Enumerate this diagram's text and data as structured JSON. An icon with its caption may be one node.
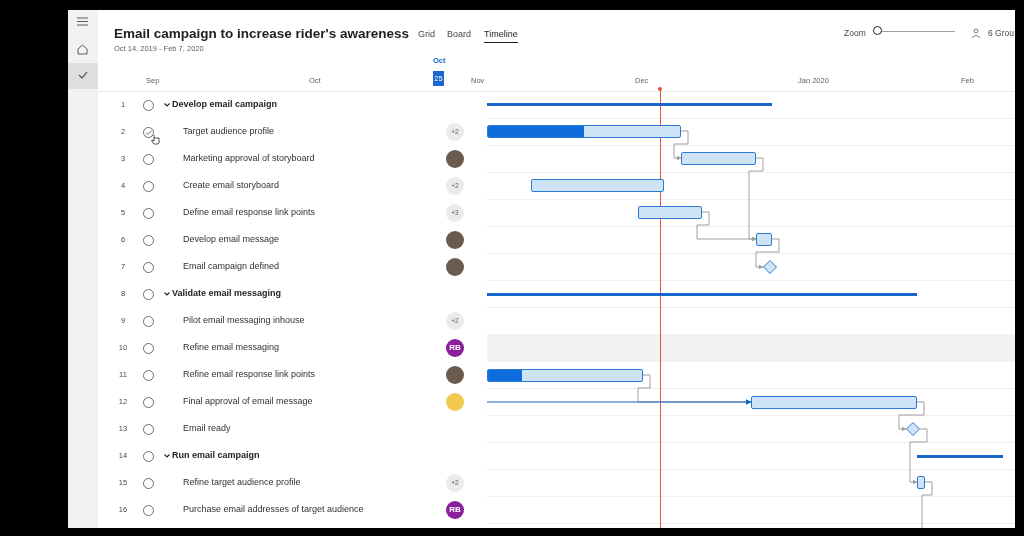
{
  "diagram": {
    "nodes": [
      {
        "text": [],
        "shape": "bar"
      },
      {
        "text": [],
        "shape": "bar"
      },
      {
        "text": [],
        "shape": "bar"
      },
      {
        "text": [],
        "shape": "bar"
      },
      {
        "text": [],
        "shape": "bar"
      },
      {
        "text": [],
        "shape": "bar"
      },
      {
        "text": [],
        "shape": "diamond"
      },
      {
        "text": [],
        "shape": "bar"
      },
      {
        "text": [],
        "shape": "bar"
      },
      {
        "text": [],
        "shape": "bar"
      },
      {
        "text": [],
        "shape": "diamond"
      },
      {
        "text": [],
        "shape": "bar"
      },
      {
        "text": [],
        "shape": "bar"
      }
    ],
    "edges": [
      {
        "from": 1,
        "to": 2,
        "arrow": "to"
      },
      {
        "from": 2,
        "to": 5,
        "arrow": "to"
      },
      {
        "from": 4,
        "to": 5,
        "arrow": "to"
      },
      {
        "from": 5,
        "to": 6,
        "arrow": "to"
      },
      {
        "from": 8,
        "to": 9,
        "arrow": "none"
      },
      {
        "from": null,
        "to": 9,
        "arrow": "to",
        "color": "#1565c0"
      },
      {
        "from": 9,
        "to": 10,
        "arrow": "to"
      },
      {
        "from": 10,
        "to": 12,
        "arrow": "to"
      },
      {
        "from": 12,
        "to": null,
        "arrow": "none"
      }
    ],
    "labels": [
      "Email campaign to increase rider's awareness",
      "Oct 14, 2019 - Feb 7, 2020",
      "Grid",
      "Board",
      "Timeline",
      "Zoom",
      "6 Grou",
      "Oct",
      "Sep",
      "Oct",
      "25",
      "Nov",
      "Dec",
      "Jan 2020",
      "Feb",
      "1",
      "Develop email campaign",
      "2",
      "Target audience profile",
      "+2",
      "3",
      "Marketing approval of storyboard",
      "4",
      "Create email storyboard",
      "+2",
      "5",
      "Define email response link points",
      "+3",
      "6",
      "Develop email message",
      "7",
      "Email campaign defined",
      "8",
      "Validate email messaging",
      "9",
      "Pilot email messaging inhouse",
      "+2",
      "10",
      "Refine email messaging",
      "RB",
      "11",
      "Refine email response link points",
      "12",
      "Final approval of email message",
      "13",
      "Email ready",
      "14",
      "Run email campaign",
      "15",
      "Refine target audience profile",
      "+2",
      "16",
      "Purchase email addresses of target audience",
      "RB"
    ]
  }
}
